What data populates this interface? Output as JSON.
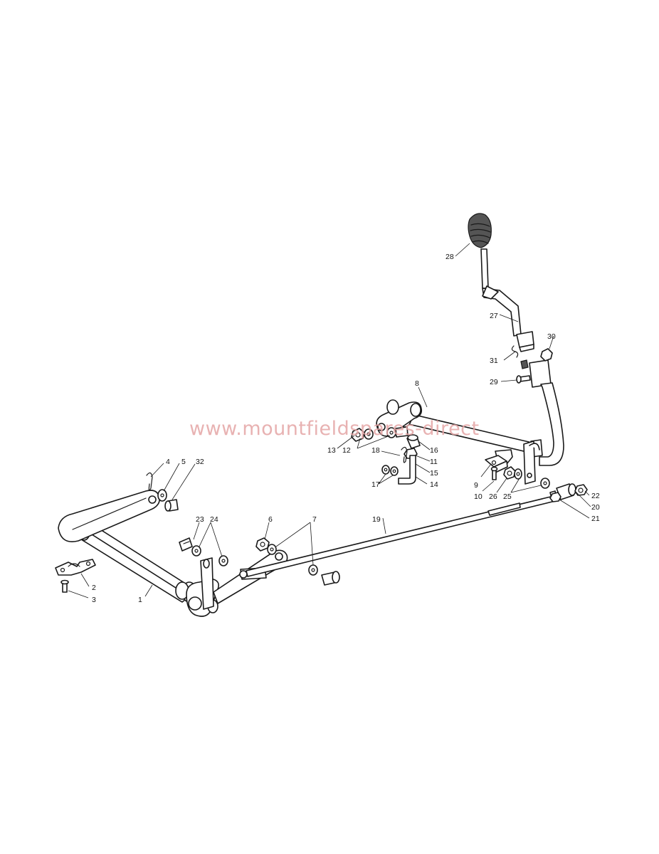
{
  "watermark": "www.mountfieldspares-direct",
  "colors": {
    "line": "#1a1a1a",
    "watermark": "#e4a5a5",
    "background": "#ffffff"
  },
  "callouts": {
    "c1": "1",
    "c2": "2",
    "c3": "3",
    "c4": "4",
    "c5": "5",
    "c6": "6",
    "c7": "7",
    "c8": "8",
    "c9": "9",
    "c10": "10",
    "c11": "11",
    "c12": "12",
    "c13": "13",
    "c14": "14",
    "c15": "15",
    "c16": "16",
    "c17": "17",
    "c18": "18",
    "c19": "19",
    "c20": "20",
    "c21": "21",
    "c22": "22",
    "c23": "23",
    "c24": "24",
    "c25": "25",
    "c26": "26",
    "c27": "27",
    "c28": "28",
    "c29": "29",
    "c30": "30",
    "c31": "31",
    "c32": "32"
  }
}
